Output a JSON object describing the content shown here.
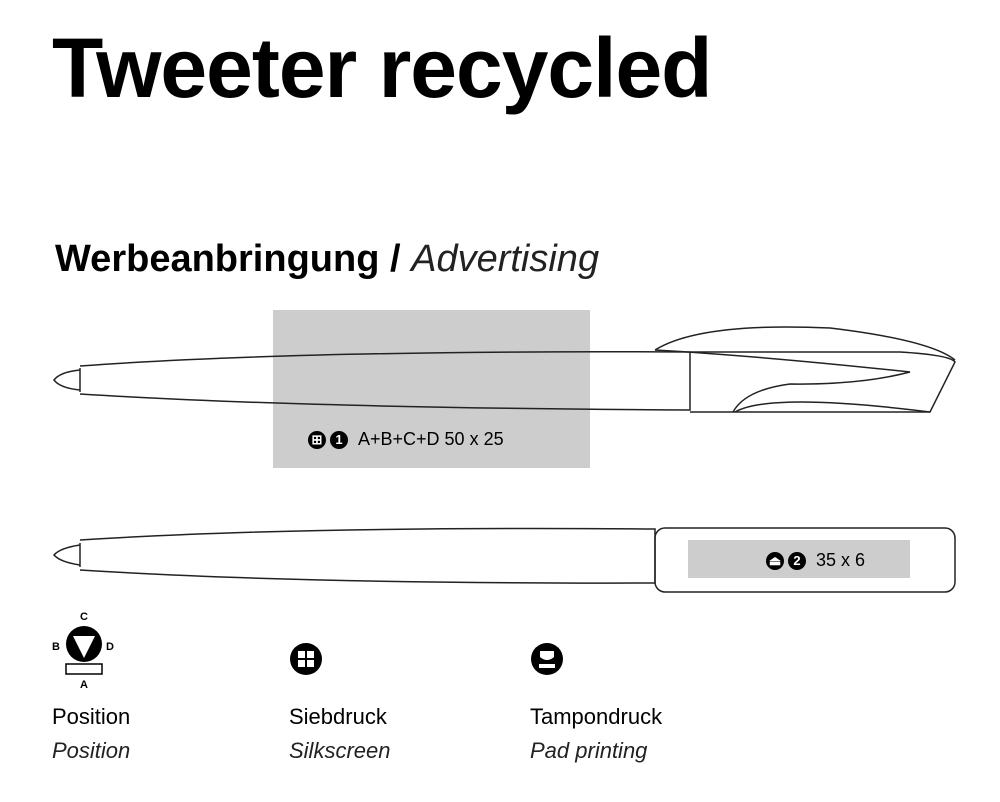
{
  "title": "Tweeter recycled",
  "section": {
    "de": "Werbeanbringung /",
    "en": "Advertising"
  },
  "print_areas": [
    {
      "label": "A+B+C+D 50 x 25",
      "method_icon": "silkscreen-icon",
      "number": "1"
    },
    {
      "label": "35 x 6",
      "method_icon": "pad-printing-icon",
      "number": "2"
    }
  ],
  "position_letters": {
    "top": "C",
    "left": "B",
    "right": "D",
    "bottom": "A"
  },
  "legend": [
    {
      "de": "Position",
      "en": "Position",
      "icon": "position-icon"
    },
    {
      "de": "Siebdruck",
      "en": "Silkscreen",
      "icon": "silkscreen-icon"
    },
    {
      "de": "Tampondruck",
      "en": "Pad printing",
      "icon": "pad-printing-icon"
    }
  ]
}
